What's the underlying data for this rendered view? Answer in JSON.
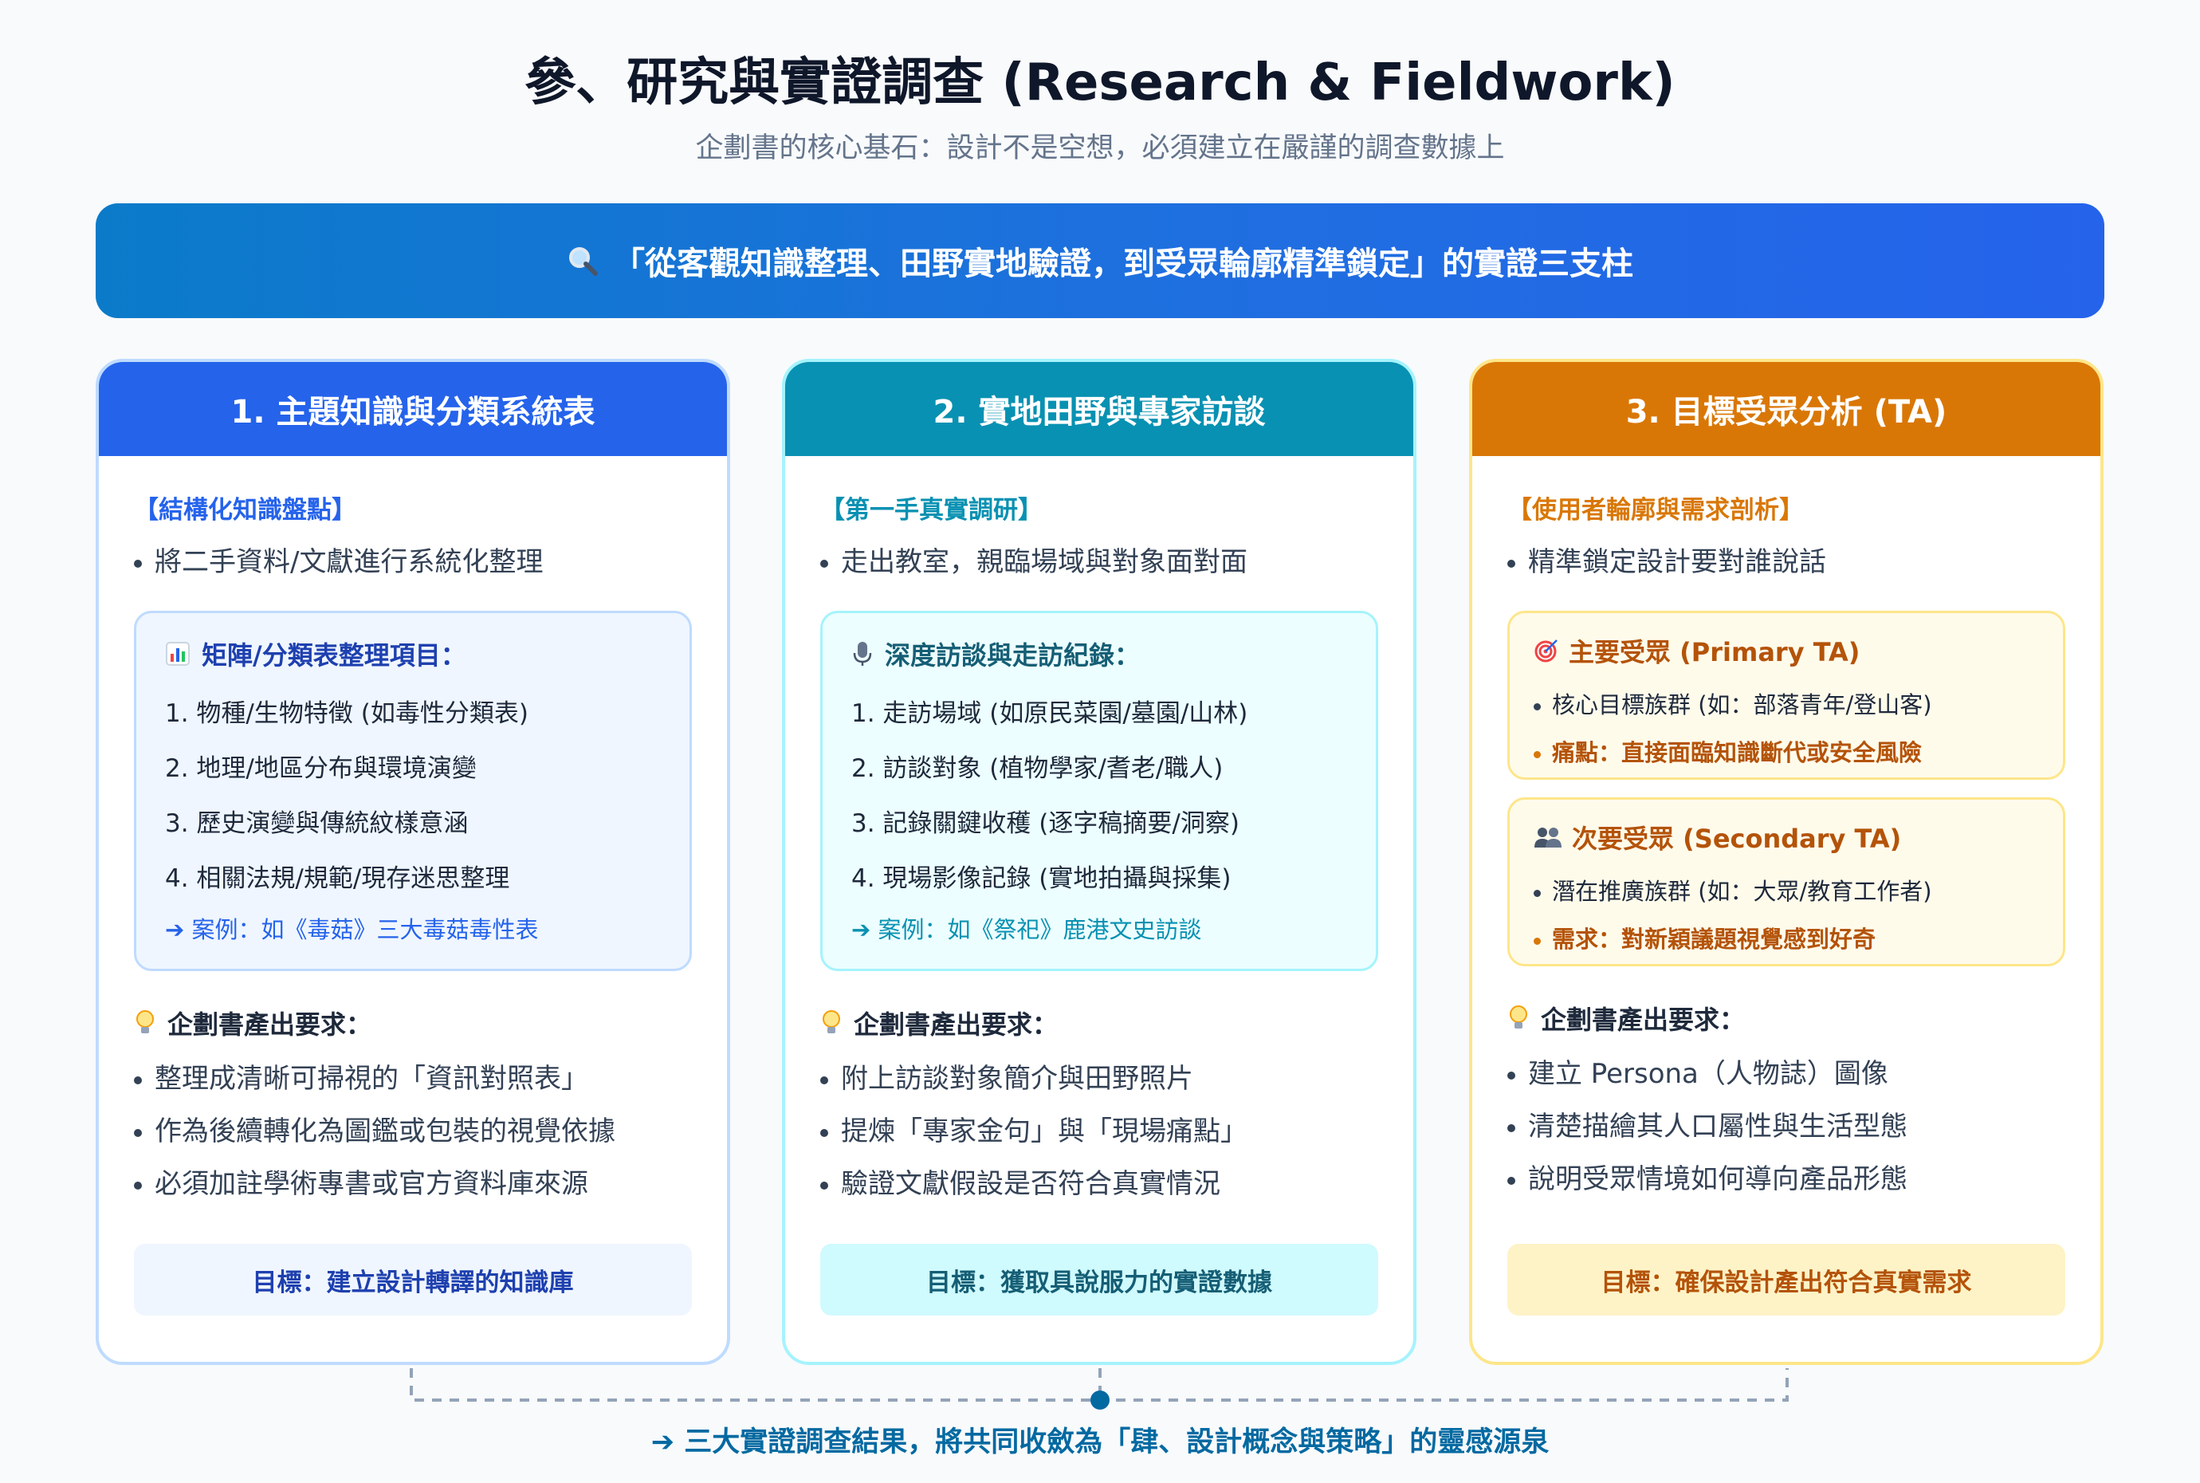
{
  "header": {
    "title": "參、研究與實證調查 (Research & Fieldwork)",
    "subtitle": "企劃書的核心基石：設計不是空想，必須建立在嚴謹的調查數據上"
  },
  "banner": {
    "icon": "magnifier-icon",
    "text": "「從客觀知識整理、田野實地驗證，到受眾輪廓精準鎖定」的實證三支柱"
  },
  "colors": {
    "blue": "#2563eb",
    "teal": "#0891b2",
    "amber": "#d97706"
  },
  "cards": [
    {
      "title": "1. 主題知識與分類系統表",
      "tag": "【結構化知識盤點】",
      "intro": "將二手資料/文獻進行系統化整理",
      "box_icon": "bar-chart-icon",
      "box_title": "矩陣/分類表整理項目：",
      "items": [
        "1. 物種/生物特徵 (如毒性分類表)",
        "2. 地理/地區分布與環境演變",
        "3. 歷史演變與傳統紋樣意涵",
        "4. 相關法規/規範/現存迷思整理"
      ],
      "case": "➔ 案例：如《毒菇》三大毒菇毒性表",
      "req_title": "企劃書產出要求：",
      "reqs": [
        "整理成清晰可掃視的「資訊對照表」",
        "作為後續轉化為圖鑑或包裝的視覺依據",
        "必須加註學術專書或官方資料庫來源"
      ],
      "goal": "目標：建立設計轉譯的知識庫"
    },
    {
      "title": "2. 實地田野與專家訪談",
      "tag": "【第一手真實調研】",
      "intro": "走出教室，親臨場域與對象面對面",
      "box_icon": "microphone-icon",
      "box_title": "深度訪談與走訪紀錄：",
      "items": [
        "1. 走訪場域 (如原民菜園/墓園/山林)",
        "2. 訪談對象 (植物學家/耆老/職人)",
        "3. 記錄關鍵收穫 (逐字稿摘要/洞察)",
        "4. 現場影像記錄 (實地拍攝與採集)"
      ],
      "case": "➔ 案例：如《祭祀》鹿港文史訪談",
      "req_title": "企劃書產出要求：",
      "reqs": [
        "附上訪談對象簡介與田野照片",
        "提煉「專家金句」與「現場痛點」",
        "驗證文獻假設是否符合真實情況"
      ],
      "goal": "目標：獲取具說服力的實證數據"
    },
    {
      "title": "3. 目標受眾分析 (TA)",
      "tag": "【使用者輪廓與需求剖析】",
      "intro": "精準鎖定設計要對誰說話",
      "primary": {
        "icon": "target-icon",
        "title": "主要受眾 (Primary TA)",
        "line": "核心目標族群 (如：部落青年/登山客)",
        "need": "痛點：直接面臨知識斷代或安全風險"
      },
      "secondary": {
        "icon": "people-icon",
        "title": "次要受眾 (Secondary TA)",
        "line": "潛在推廣族群 (如：大眾/教育工作者)",
        "need": "需求：對新穎議題視覺感到好奇"
      },
      "req_title": "企劃書產出要求：",
      "reqs": [
        "建立 Persona（人物誌）圖像",
        "清楚描繪其人口屬性與生活型態",
        "說明受眾情境如何導向產品形態"
      ],
      "goal": "目標：確保設計產出符合真實需求"
    }
  ],
  "footer": {
    "text": "➔ 三大實證調查結果，將共同收斂為「肆、設計概念與策略」的靈感源泉"
  }
}
